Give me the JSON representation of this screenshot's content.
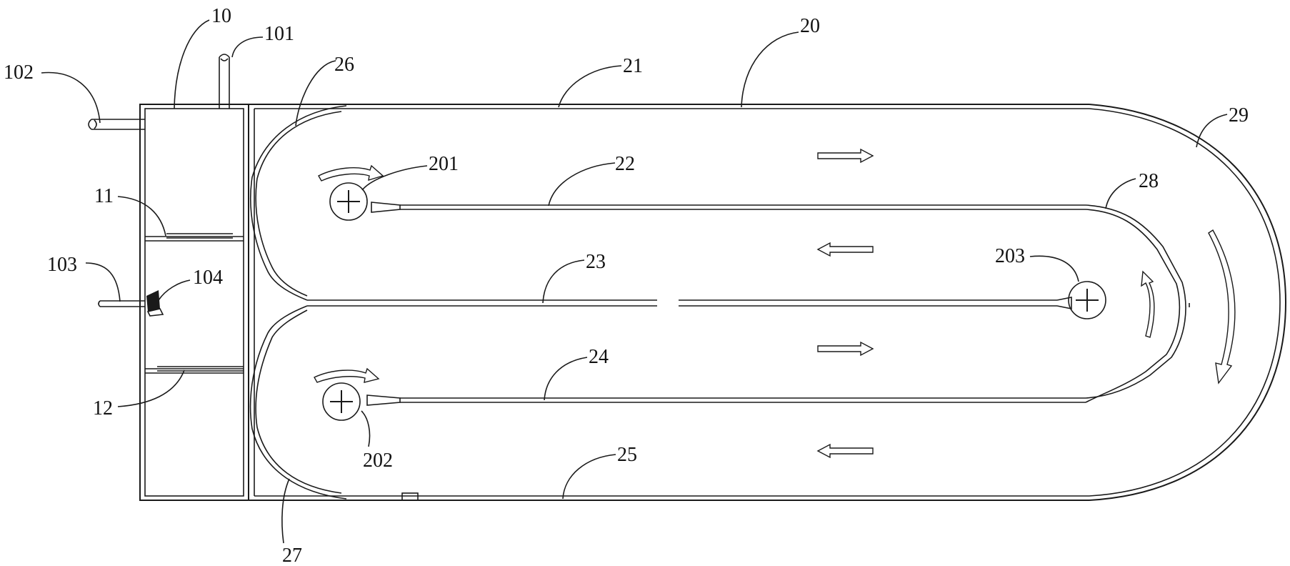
{
  "labels": {
    "l10": "10",
    "l101": "101",
    "l102": "102",
    "l103": "103",
    "l104": "104",
    "l11": "11",
    "l12": "12",
    "l20": "20",
    "l21": "21",
    "l22": "22",
    "l23": "23",
    "l24": "24",
    "l25": "25",
    "l26": "26",
    "l27": "27",
    "l28": "28",
    "l29": "29",
    "l201": "201",
    "l202": "202",
    "l203": "203"
  },
  "colors": {
    "line": "#1a1a1a",
    "background": "#ffffff"
  }
}
